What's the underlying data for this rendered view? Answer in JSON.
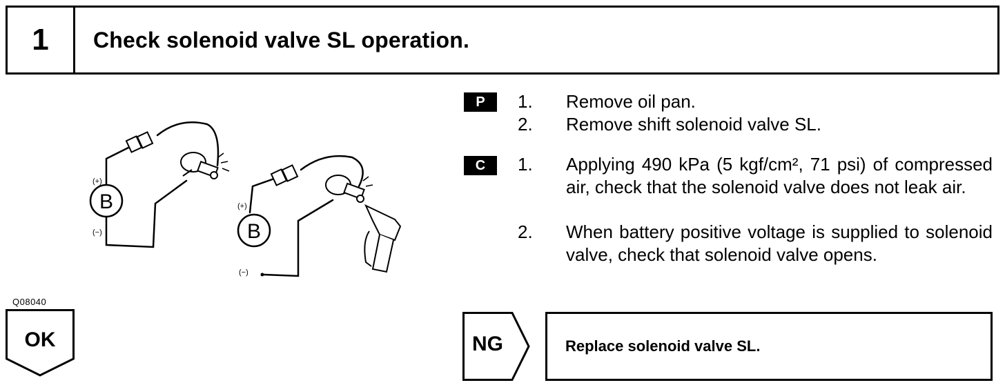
{
  "header": {
    "step_number": "1",
    "title": "Check solenoid valve SL operation."
  },
  "figure": {
    "code": "Q08040",
    "left_plus": "(+)",
    "left_minus": "(−)",
    "left_battery": "B",
    "right_plus": "(+)",
    "right_minus": "(−)",
    "right_battery": "B"
  },
  "ok": {
    "label": "OK"
  },
  "procedure_p": {
    "badge": "P",
    "steps": [
      {
        "num": "1.",
        "text": "Remove oil pan."
      },
      {
        "num": "2.",
        "text": "Remove shift solenoid valve SL."
      }
    ]
  },
  "procedure_c": {
    "badge": "C",
    "steps": [
      {
        "num": "1.",
        "text": "Applying 490 kPa (5 kgf/cm², 71 psi) of compressed air, check that the solenoid valve does not leak air."
      },
      {
        "num": "2.",
        "text": "When battery positive voltage is supplied to solenoid valve, check that solenoid valve opens."
      }
    ]
  },
  "ng": {
    "label": "NG",
    "action": "Replace solenoid valve SL."
  }
}
